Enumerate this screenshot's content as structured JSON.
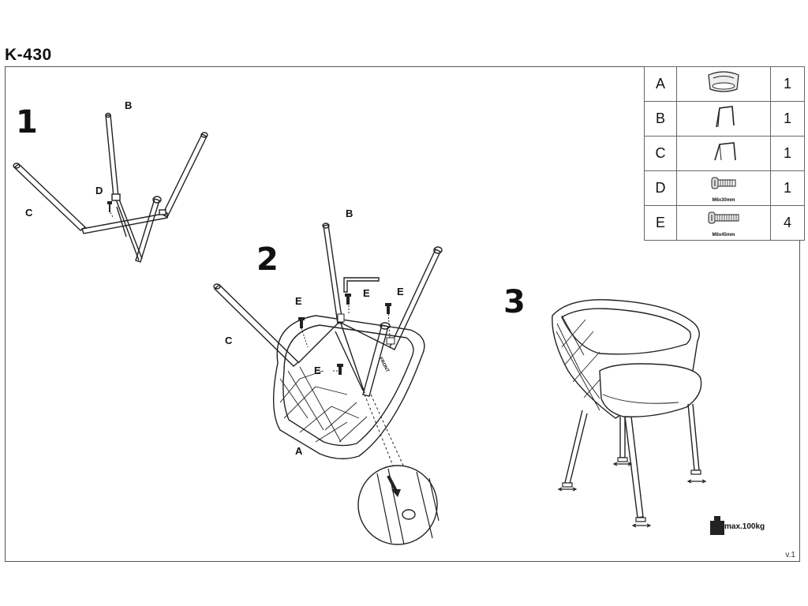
{
  "doc": {
    "title": "K-430",
    "version": "v.1",
    "max_load": "max.100kg"
  },
  "steps": [
    "1",
    "2",
    "3"
  ],
  "labels": {
    "a": "A",
    "b": "B",
    "c": "C",
    "d": "D",
    "e": "E",
    "front": "FRONT"
  },
  "parts": [
    {
      "letter": "A",
      "icon": "seat-shell-icon",
      "spec": "",
      "qty": "1"
    },
    {
      "letter": "B",
      "icon": "leg-frame-icon",
      "spec": "",
      "qty": "1"
    },
    {
      "letter": "C",
      "icon": "leg-frame-icon",
      "spec": "",
      "qty": "1"
    },
    {
      "letter": "D",
      "icon": "bolt-icon",
      "spec": "M6x30mm",
      "qty": "1"
    },
    {
      "letter": "E",
      "icon": "bolt-icon",
      "spec": "M6x45mm",
      "qty": "4"
    }
  ]
}
